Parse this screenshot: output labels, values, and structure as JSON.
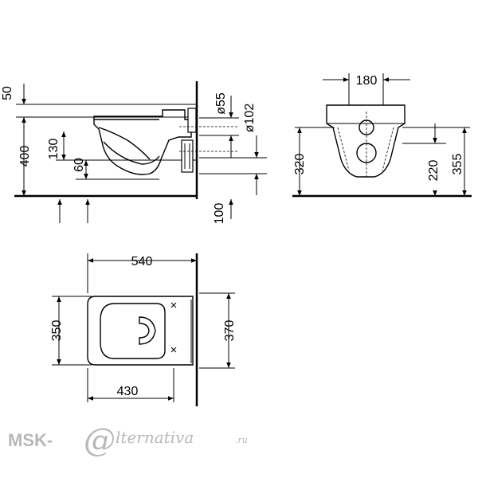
{
  "dimensions": {
    "side_view": {
      "top_offset": "50",
      "height": "400",
      "outlet_height": "130",
      "bowl_height": "60",
      "connector_55": "ø55",
      "connector_102": "ø102",
      "floor_offset": "100"
    },
    "front_view": {
      "width": "180",
      "height_320": "320",
      "height_355": "355",
      "height_220": "220"
    },
    "top_view": {
      "length": "540",
      "width_350": "350",
      "width_370": "370",
      "length_430": "430"
    }
  },
  "watermark": {
    "prefix": "MSK-",
    "at_symbol": "@",
    "script": "lternativa",
    "suffix": ".ru"
  }
}
